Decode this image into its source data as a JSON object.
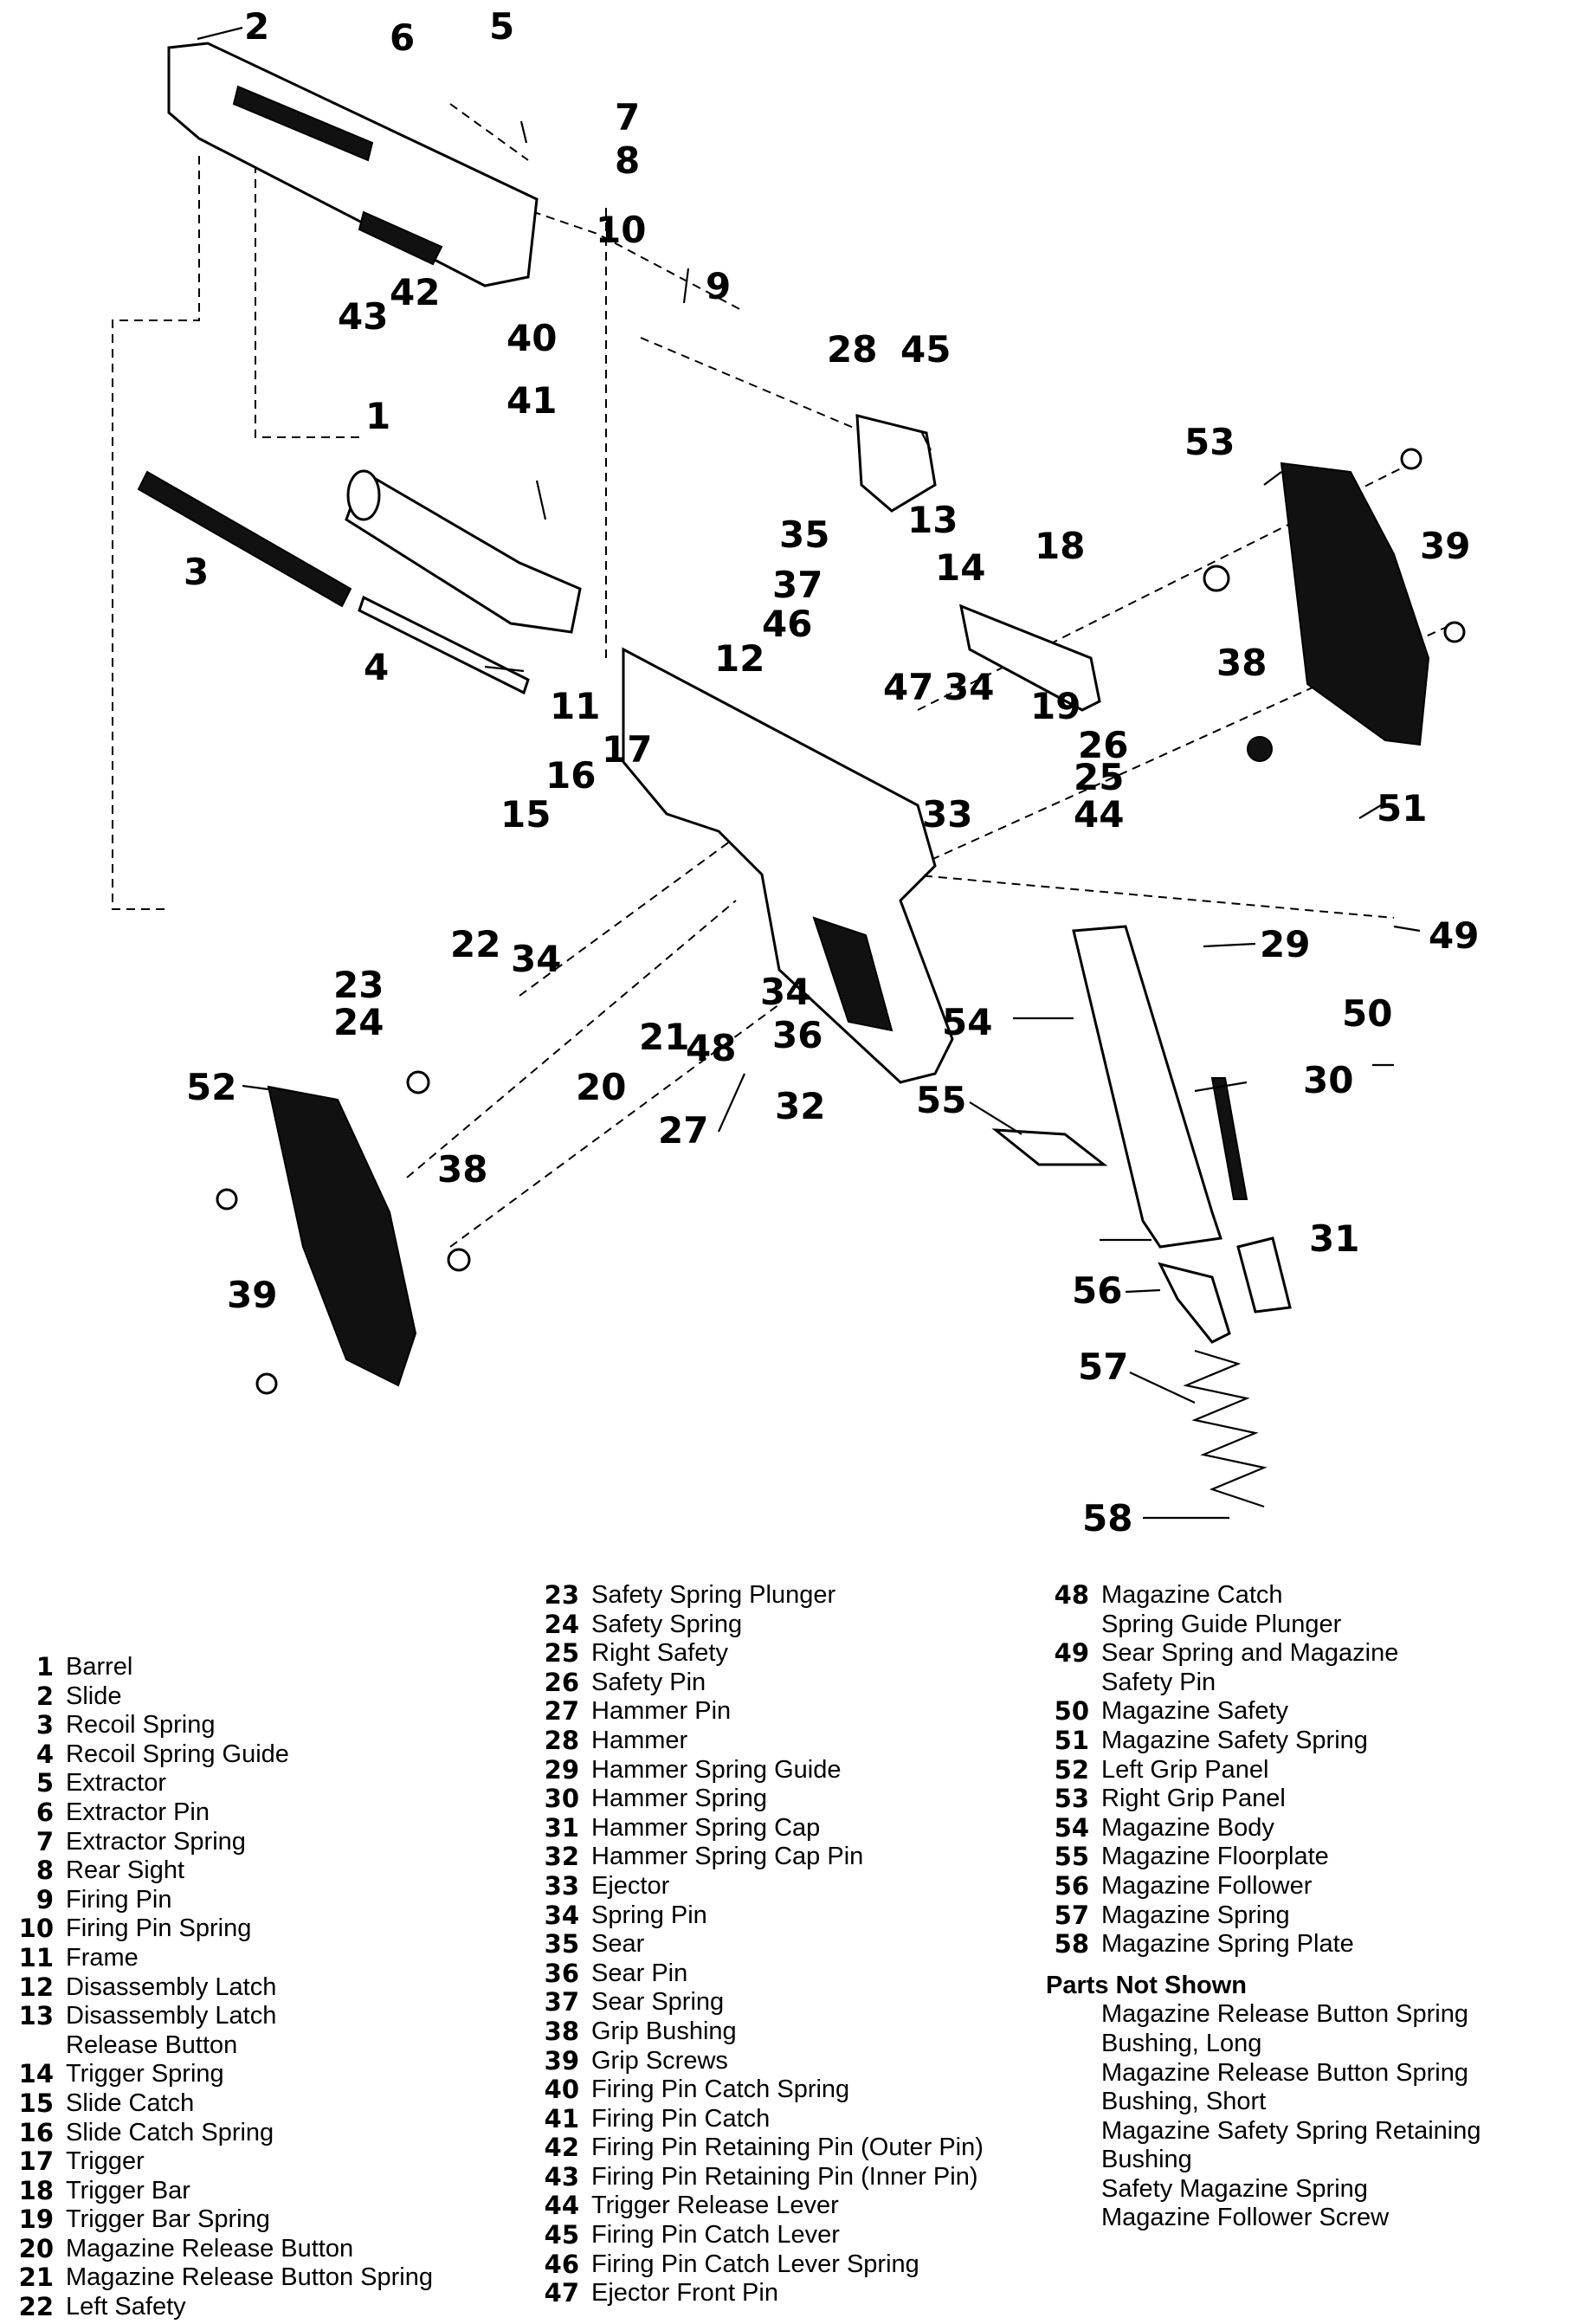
{
  "callouts": [
    "1",
    "2",
    "3",
    "4",
    "5",
    "6",
    "7",
    "8",
    "9",
    "10",
    "11",
    "12",
    "13",
    "14",
    "15",
    "16",
    "17",
    "18",
    "19",
    "20",
    "21",
    "22",
    "23",
    "24",
    "25",
    "26",
    "27",
    "28",
    "29",
    "30",
    "31",
    "32",
    "33",
    "34",
    "35",
    "36",
    "37",
    "38",
    "39",
    "40",
    "41",
    "42",
    "43",
    "44",
    "45",
    "46",
    "47",
    "48",
    "49",
    "50",
    "51",
    "52",
    "53",
    "54",
    "55",
    "56",
    "57",
    "58"
  ],
  "legend": {
    "col1": [
      {
        "num": "1",
        "name": "Barrel"
      },
      {
        "num": "2",
        "name": "Slide"
      },
      {
        "num": "3",
        "name": "Recoil Spring"
      },
      {
        "num": "4",
        "name": "Recoil Spring Guide"
      },
      {
        "num": "5",
        "name": "Extractor"
      },
      {
        "num": "6",
        "name": "Extractor Pin"
      },
      {
        "num": "7",
        "name": "Extractor Spring"
      },
      {
        "num": "8",
        "name": "Rear Sight"
      },
      {
        "num": "9",
        "name": "Firing Pin"
      },
      {
        "num": "10",
        "name": "Firing Pin Spring"
      },
      {
        "num": "11",
        "name": "Frame"
      },
      {
        "num": "12",
        "name": "Disassembly Latch"
      },
      {
        "num": "13",
        "name": "Disassembly Latch",
        "cont": "Release Button"
      },
      {
        "num": "14",
        "name": "Trigger Spring"
      },
      {
        "num": "15",
        "name": "Slide Catch"
      },
      {
        "num": "16",
        "name": "Slide Catch Spring"
      },
      {
        "num": "17",
        "name": "Trigger"
      },
      {
        "num": "18",
        "name": "Trigger Bar"
      },
      {
        "num": "19",
        "name": "Trigger Bar Spring"
      },
      {
        "num": "20",
        "name": "Magazine Release Button"
      },
      {
        "num": "21",
        "name": "Magazine Release Button Spring"
      },
      {
        "num": "22",
        "name": "Left Safety"
      }
    ],
    "col2": [
      {
        "num": "23",
        "name": "Safety Spring Plunger"
      },
      {
        "num": "24",
        "name": "Safety Spring"
      },
      {
        "num": "25",
        "name": "Right Safety"
      },
      {
        "num": "26",
        "name": "Safety Pin"
      },
      {
        "num": "27",
        "name": "Hammer Pin"
      },
      {
        "num": "28",
        "name": "Hammer"
      },
      {
        "num": "29",
        "name": "Hammer Spring Guide"
      },
      {
        "num": "30",
        "name": "Hammer Spring"
      },
      {
        "num": "31",
        "name": "Hammer Spring Cap"
      },
      {
        "num": "32",
        "name": "Hammer Spring Cap Pin"
      },
      {
        "num": "33",
        "name": "Ejector"
      },
      {
        "num": "34",
        "name": "Spring Pin"
      },
      {
        "num": "35",
        "name": "Sear"
      },
      {
        "num": "36",
        "name": "Sear Pin"
      },
      {
        "num": "37",
        "name": "Sear Spring"
      },
      {
        "num": "38",
        "name": "Grip Bushing"
      },
      {
        "num": "39",
        "name": "Grip Screws"
      },
      {
        "num": "40",
        "name": "Firing Pin Catch Spring"
      },
      {
        "num": "41",
        "name": "Firing Pin Catch"
      },
      {
        "num": "42",
        "name": "Firing Pin Retaining Pin (Outer Pin)"
      },
      {
        "num": "43",
        "name": "Firing Pin Retaining Pin (Inner Pin)"
      },
      {
        "num": "44",
        "name": "Trigger Release Lever"
      },
      {
        "num": "45",
        "name": "Firing Pin Catch Lever"
      },
      {
        "num": "46",
        "name": "Firing Pin Catch Lever Spring"
      },
      {
        "num": "47",
        "name": "Ejector Front Pin"
      }
    ],
    "col3": [
      {
        "num": "48",
        "name": "Magazine Catch",
        "cont": "Spring Guide Plunger"
      },
      {
        "num": "49",
        "name": "Sear Spring and Magazine",
        "cont": "Safety Pin"
      },
      {
        "num": "50",
        "name": "Magazine Safety"
      },
      {
        "num": "51",
        "name": "Magazine Safety Spring"
      },
      {
        "num": "52",
        "name": "Left Grip Panel"
      },
      {
        "num": "53",
        "name": "Right Grip Panel"
      },
      {
        "num": "54",
        "name": "Magazine Body"
      },
      {
        "num": "55",
        "name": "Magazine Floorplate"
      },
      {
        "num": "56",
        "name": "Magazine Follower"
      },
      {
        "num": "57",
        "name": "Magazine Spring"
      },
      {
        "num": "58",
        "name": "Magazine Spring Plate"
      }
    ],
    "not_shown_title": "Parts Not Shown",
    "not_shown": [
      "Magazine Release Button Spring",
      "Bushing, Long",
      "Magazine Release Button Spring",
      "Bushing, Short",
      "Magazine Safety Spring Retaining",
      "Bushing",
      "Safety Magazine Spring",
      "Magazine Follower Screw"
    ]
  }
}
